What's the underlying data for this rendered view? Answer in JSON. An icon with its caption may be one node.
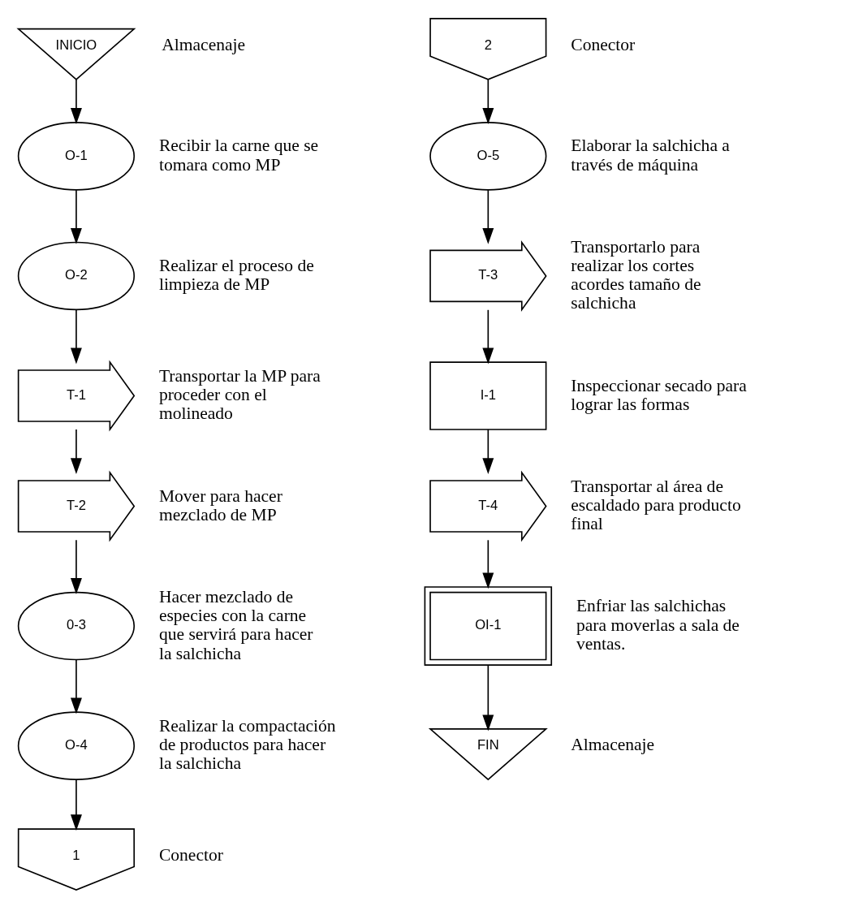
{
  "diagram": {
    "nodes": [
      {
        "text": [
          "INICIO"
        ],
        "beside": [
          "Almacenaje"
        ]
      },
      {
        "text": [
          "O-1"
        ],
        "beside": [
          "Recibir la carne que se tomara como MP"
        ]
      },
      {
        "text": [
          "O-2"
        ],
        "beside": [
          "Realizar el proceso de limpieza de MP"
        ]
      },
      {
        "text": [
          "T-1"
        ],
        "beside": [
          "Transportar la MP para proceder con el molineado"
        ]
      },
      {
        "text": [
          "T-2"
        ],
        "beside": [
          "Mover para hacer mezclado de MP"
        ]
      },
      {
        "text": [
          "0-3"
        ],
        "beside": [
          "Hacer mezclado de especies con la carne que servirá para hacer la salchicha"
        ]
      },
      {
        "text": [
          "O-4"
        ],
        "beside": [
          "Realizar la compactación de productos para hacer la salchicha"
        ]
      },
      {
        "text": [
          "1"
        ],
        "beside": [
          "Conector"
        ]
      },
      {
        "text": [
          "2"
        ],
        "beside": [
          "Conector"
        ]
      },
      {
        "text": [
          "O-5"
        ],
        "beside": [
          "Elaborar la salchicha a través de máquina"
        ]
      },
      {
        "text": [
          "T-3"
        ],
        "beside": [
          "Transportarlo para realizar los cortes acordes tamaño de salchicha"
        ]
      },
      {
        "text": [
          "I-1"
        ],
        "beside": [
          "Inspeccionar secado para lograr las formas"
        ]
      },
      {
        "text": [
          "T-4"
        ],
        "beside": [
          "Transportar al área de escaldado para producto final"
        ]
      },
      {
        "text": [
          "OI-1"
        ],
        "beside": [
          "Enfriar las salchichas para moverlas a sala de ventas."
        ]
      },
      {
        "text": [
          "FIN"
        ],
        "beside": [
          "Almacenaje"
        ]
      }
    ],
    "edges": [
      {
        "from": 0,
        "to": 1,
        "arrow": "to"
      },
      {
        "from": 1,
        "to": 2,
        "arrow": "to"
      },
      {
        "from": 2,
        "to": 3,
        "arrow": "to"
      },
      {
        "from": 3,
        "to": 4,
        "arrow": "to"
      },
      {
        "from": 4,
        "to": 5,
        "arrow": "to"
      },
      {
        "from": 5,
        "to": 6,
        "arrow": "to"
      },
      {
        "from": 6,
        "to": 7,
        "arrow": "to"
      },
      {
        "from": 8,
        "to": 9,
        "arrow": "to"
      },
      {
        "from": 9,
        "to": 10,
        "arrow": "to"
      },
      {
        "from": 10,
        "to": 11,
        "arrow": "to"
      },
      {
        "from": 11,
        "to": 12,
        "arrow": "to"
      },
      {
        "from": 12,
        "to": 13,
        "arrow": "to"
      },
      {
        "from": 13,
        "to": 14,
        "arrow": "to"
      }
    ]
  }
}
